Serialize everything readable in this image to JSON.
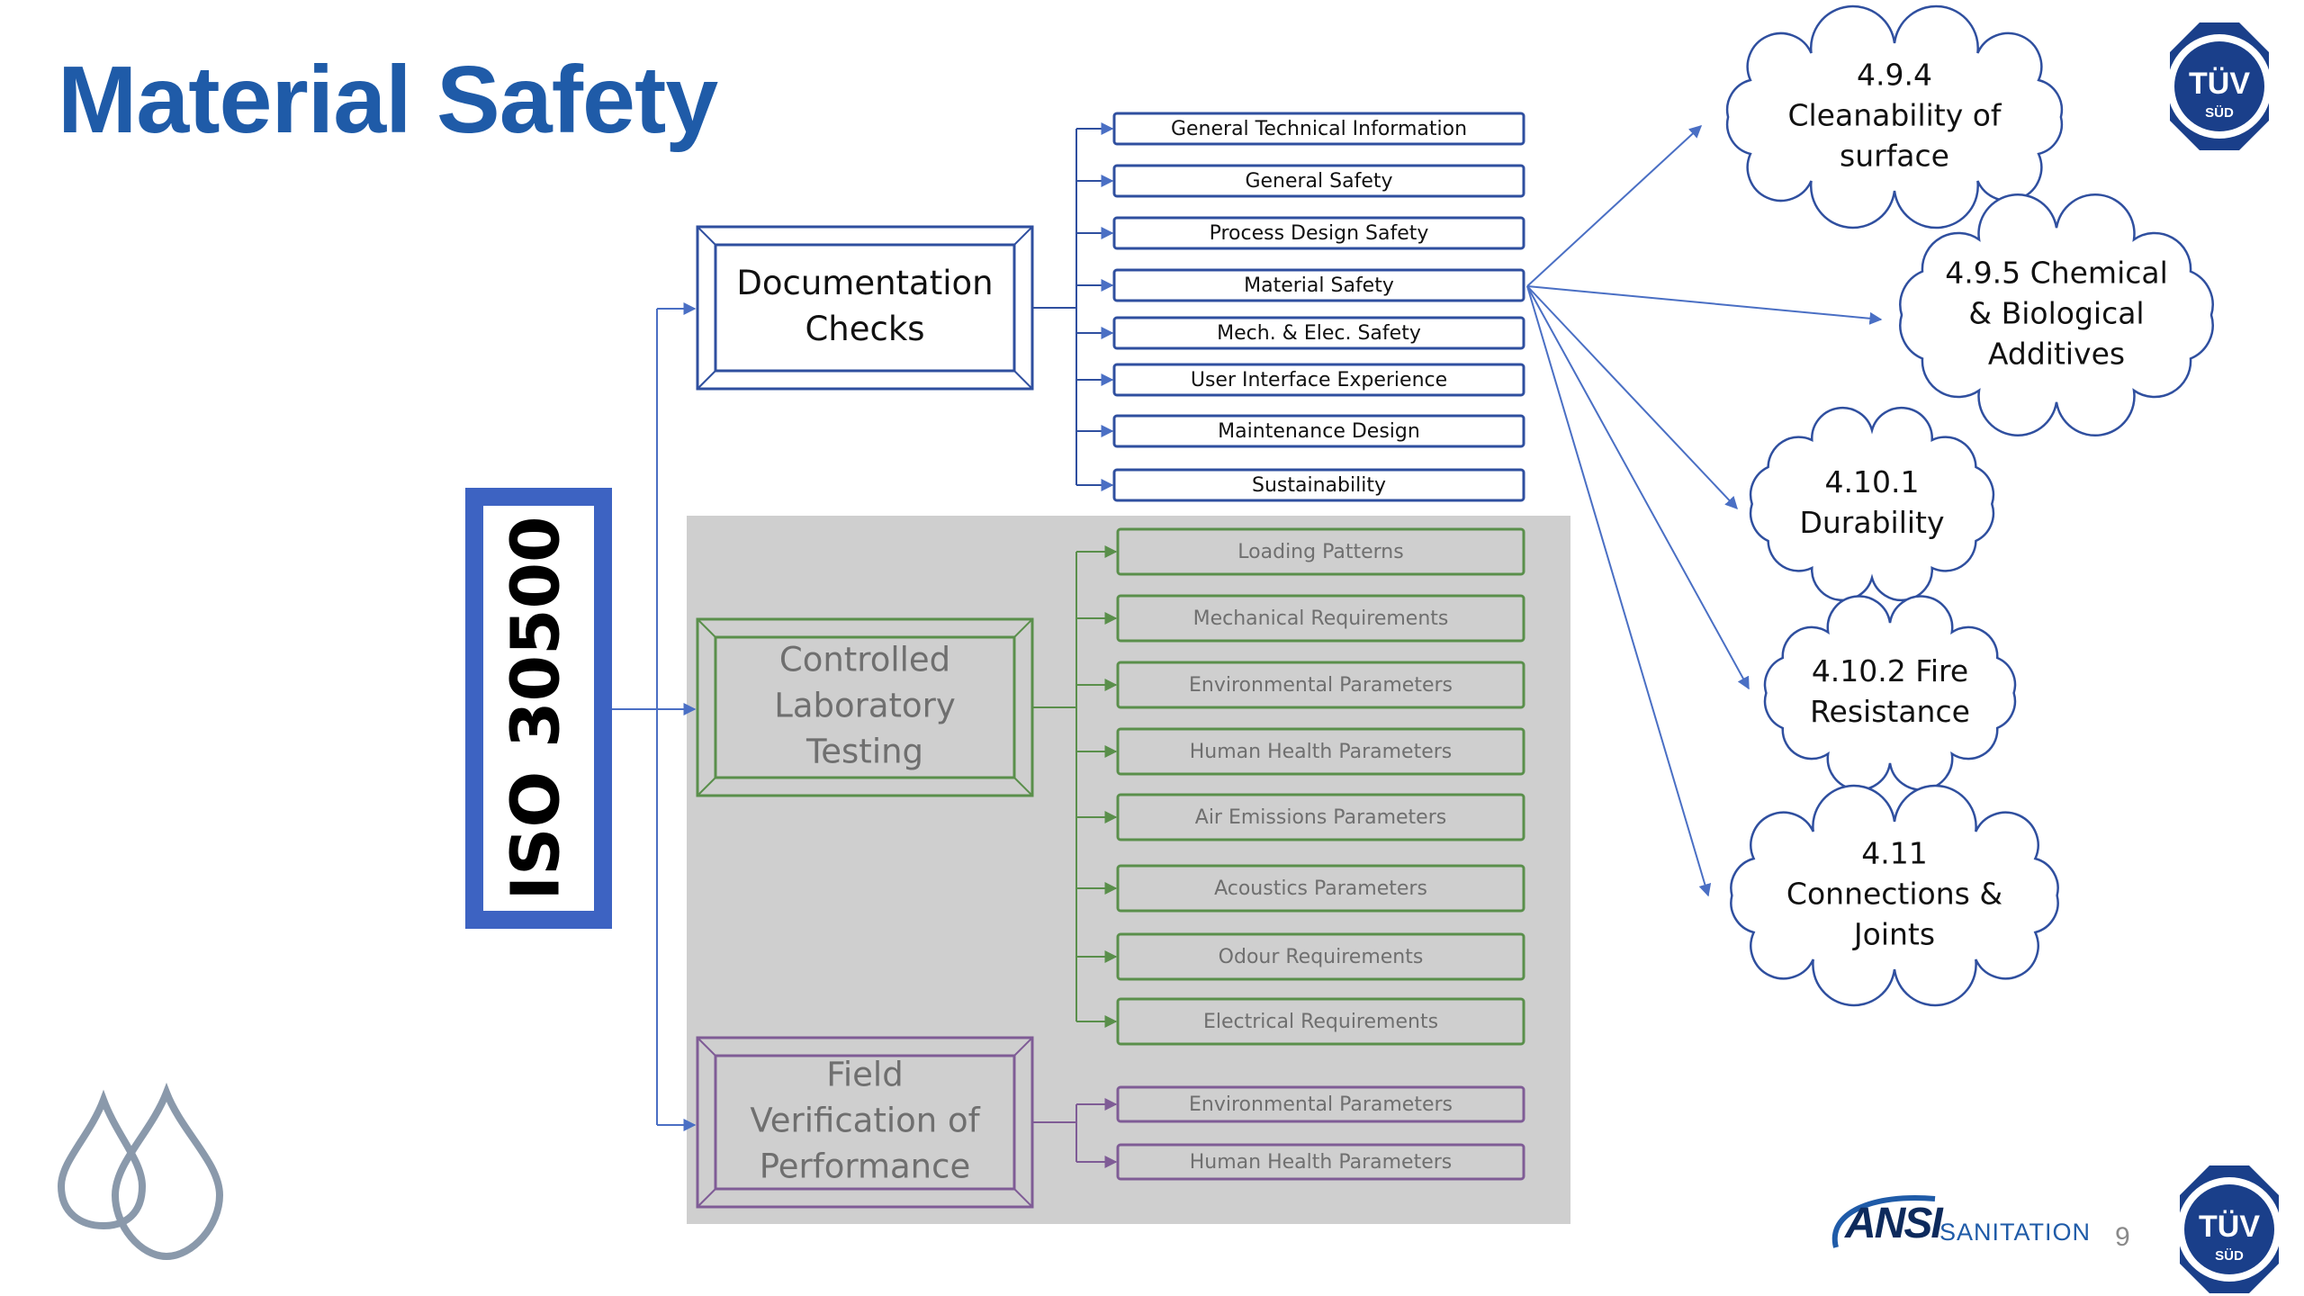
{
  "title": "Material Safety",
  "root": {
    "label": "ISO 30500"
  },
  "branches": [
    {
      "id": "documentation",
      "lines": [
        "Documentation",
        "Checks"
      ],
      "items": [
        "General Technical Information",
        "General Safety",
        "Process Design Safety",
        "Material Safety",
        "Mech. & Elec. Safety",
        "User Interface Experience",
        "Maintenance Design",
        "Sustainability"
      ]
    },
    {
      "id": "laboratory",
      "lines": [
        "Controlled",
        "Laboratory",
        "Testing"
      ],
      "items": [
        "Loading Patterns",
        "Mechanical Requirements",
        "Environmental Parameters",
        "Human Health Parameters",
        "Air Emissions Parameters",
        "Acoustics Parameters",
        "Odour Requirements",
        "Electrical Requirements"
      ]
    },
    {
      "id": "field",
      "lines": [
        "Field",
        "Verification of",
        "Performance"
      ],
      "items": [
        "Environmental Parameters",
        "Human Health Parameters"
      ]
    }
  ],
  "clouds": [
    {
      "id": "4-9-4",
      "lines": [
        "4.9.4",
        "Cleanability of",
        "surface"
      ]
    },
    {
      "id": "4-9-5",
      "lines": [
        "4.9.5 Chemical",
        "& Biological",
        "Additives"
      ]
    },
    {
      "id": "4-10-1",
      "lines": [
        "4.10.1",
        "Durability"
      ]
    },
    {
      "id": "4-10-2",
      "lines": [
        "4.10.2 Fire",
        "Resistance"
      ]
    },
    {
      "id": "4-11",
      "lines": [
        "4.11",
        "Connections &",
        "Joints"
      ]
    }
  ],
  "footer": {
    "page_number": "9",
    "ansi_brand": "ANSI",
    "ansi_tagline": "SANITATION",
    "tuv_top": "TÜV",
    "tuv_bottom": "SÜD"
  },
  "colors": {
    "title": "#1f5ba8",
    "blue": "#2f4f9f",
    "green": "#5a8f4b",
    "purple": "#7f5c96",
    "gray_panel": "#cfcfcf",
    "cloud_stroke": "#2f4f9f"
  }
}
